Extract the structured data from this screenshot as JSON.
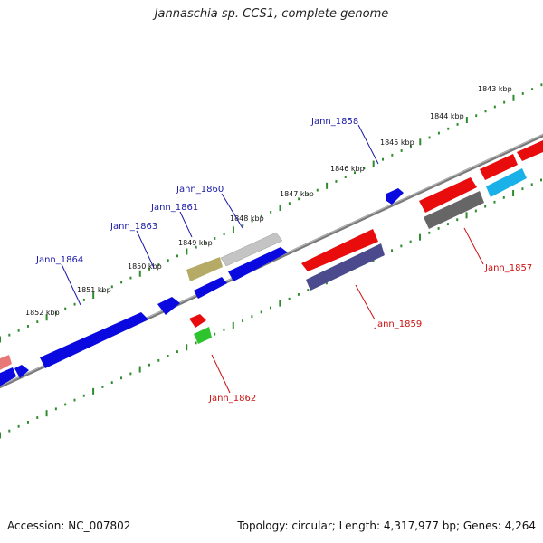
{
  "title": "Jannaschia sp. CCS1, complete genome",
  "footer": {
    "accession": "Accession: NC_007802",
    "topology": "Topology: circular; Length: 4,317,977 bp; Genes: 4,264"
  },
  "colors": {
    "backbone": "#8a8a8a",
    "tick_green": "#2e8b2e",
    "label_forward": "#1a1aa6",
    "label_reverse": "#cc1111"
  },
  "scale_ticks": [
    "1843 kbp",
    "1844 kbp",
    "1845 kbp",
    "1846 kbp",
    "1847 kbp",
    "1848 kbp",
    "1849 kbp",
    "1850 kbp",
    "1851 kbp",
    "1852 kbp"
  ],
  "gene_labels": {
    "forward": [
      "Jann_1858",
      "Jann_1860",
      "Jann_1861",
      "Jann_1863",
      "Jann_1864"
    ],
    "reverse": [
      "Jann_1857",
      "Jann_1859",
      "Jann_1862"
    ]
  },
  "gene_colors": {
    "blue": "#0a0ae0",
    "red": "#e80c0c",
    "olive": "#b5aa66",
    "silver": "#c4c4c4",
    "navy": "#4a4a8c",
    "dark_gray": "#666666",
    "cyan": "#1ab0e8",
    "green": "#2ec42e",
    "pink": "#e87878"
  }
}
